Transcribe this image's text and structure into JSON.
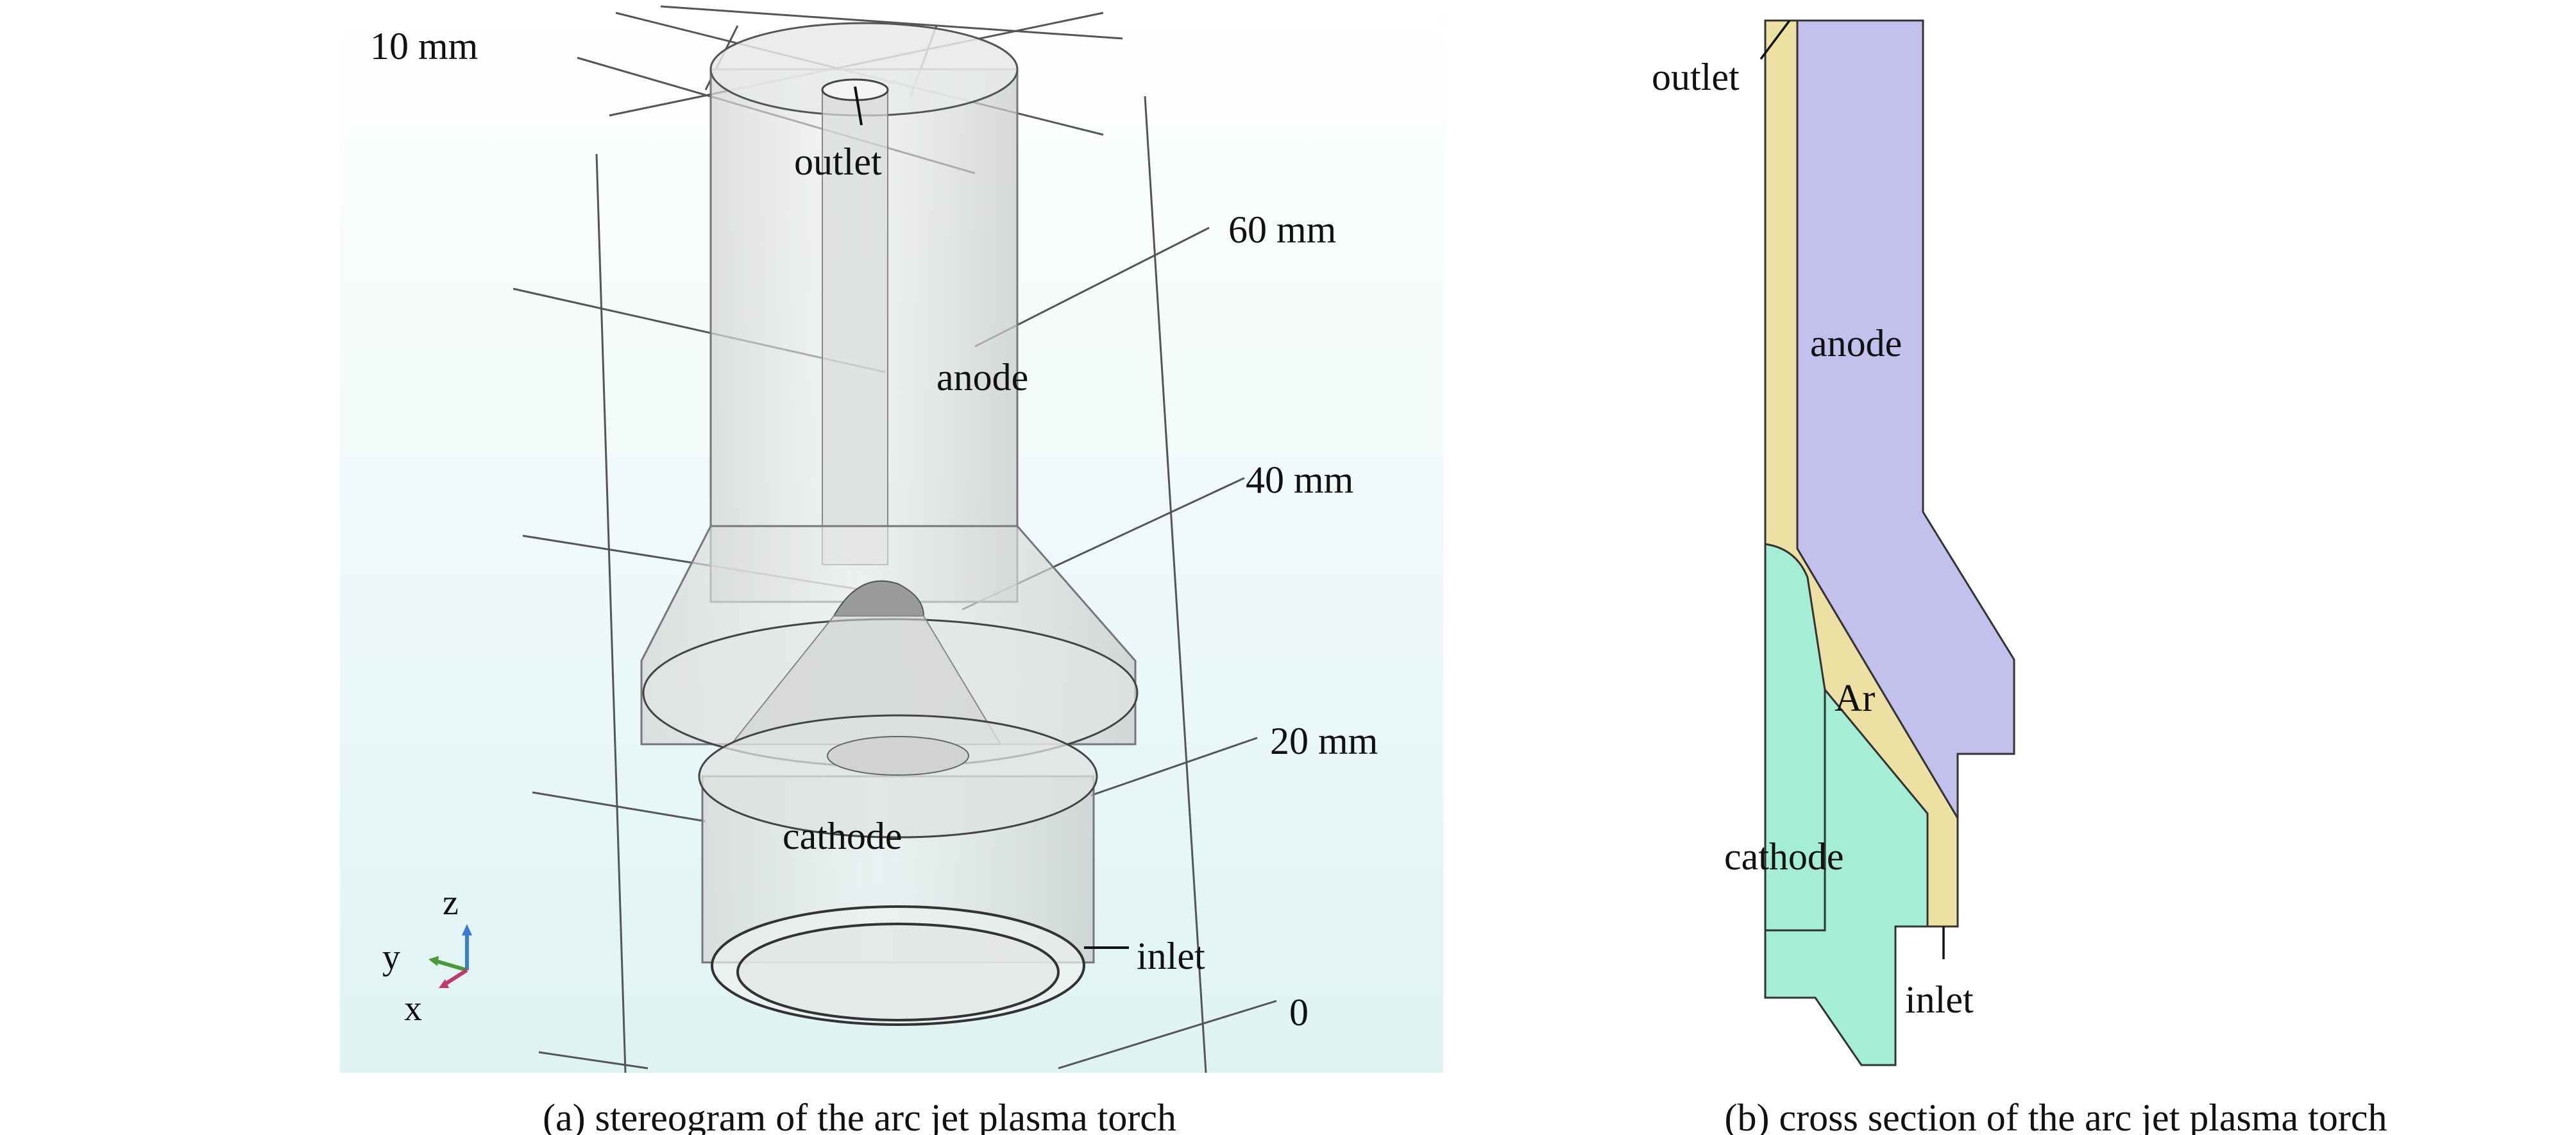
{
  "panel_a": {
    "scale_labels": {
      "top": "10 mm",
      "s60": "60 mm",
      "s40": "40 mm",
      "s20": "20 mm",
      "s0": "0"
    },
    "labels": {
      "outlet": "outlet",
      "anode": "anode",
      "cathode": "cathode",
      "inlet": "inlet"
    },
    "axes": {
      "z": "z",
      "y": "y",
      "x": "x"
    },
    "caption": "(a) stereogram of the arc jet plasma torch"
  },
  "panel_b": {
    "labels": {
      "outlet": "outlet",
      "anode": "anode",
      "ar": "Ar",
      "cathode": "cathode",
      "inlet": "inlet"
    },
    "colors": {
      "anode": "#c4c0ee",
      "gas": "#ece0a2",
      "cathode": "#a4eed6"
    },
    "caption": "(b) cross section of the arc jet plasma torch"
  }
}
